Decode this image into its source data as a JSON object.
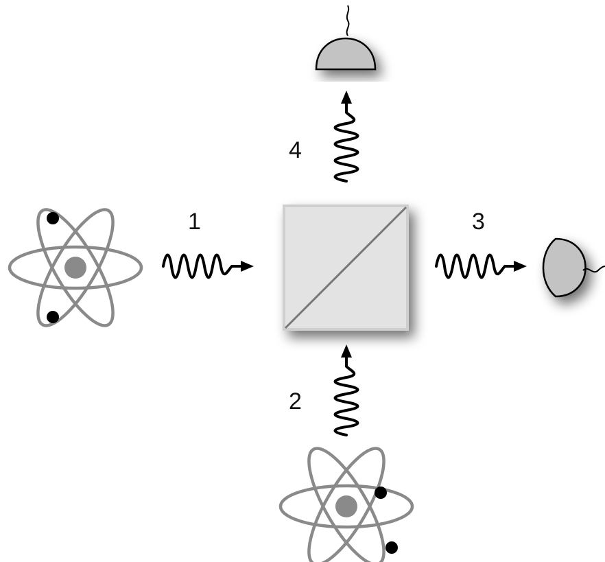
{
  "ports": {
    "input_left": "1",
    "input_bottom": "2",
    "output_right": "3",
    "output_top": "4"
  },
  "colors": {
    "orbit": "#8a8a8a",
    "electron": "#000000",
    "photon": "#000000",
    "detector": "#c3c3c3",
    "beam_splitter": "#e3e3e3",
    "background": "#ffffff"
  },
  "icons": {
    "source_left": "atom-icon",
    "source_bottom": "atom-icon",
    "detector_top": "photodetector-icon",
    "detector_right": "photodetector-icon",
    "beam_splitter": "beam-splitter-cube-icon",
    "photon": "photon-wave-arrow-icon"
  }
}
